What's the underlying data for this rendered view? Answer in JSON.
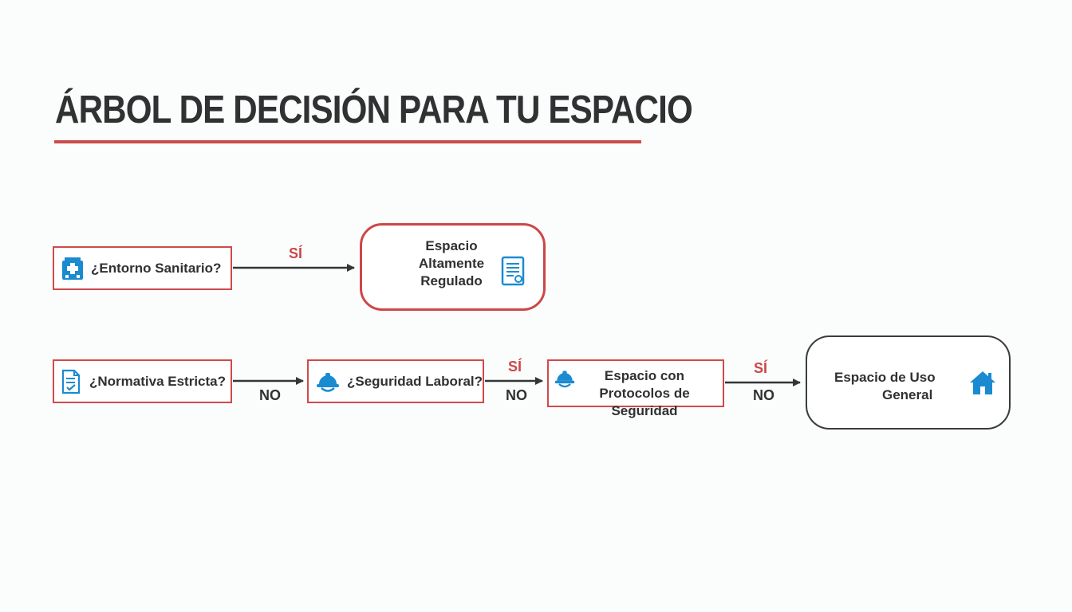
{
  "title": "ÁRBOL DE DECISIÓN PARA TU ESPACIO",
  "colors": {
    "accent_red": "#cc4747",
    "text_dark": "#2f3133",
    "icon_blue": "#1a8bd1"
  },
  "nodes": {
    "entorno_sanitario": {
      "label": "¿Entorno Sanitario?",
      "icon": "medical-building-icon"
    },
    "altamente_regulado": {
      "line1": "Espacio",
      "line2": "Altamente",
      "line3": "Regulado",
      "icon": "document-certificate-icon"
    },
    "normativa_estricta": {
      "label": "¿Normativa Estricta?",
      "icon": "checklist-document-icon"
    },
    "seguridad_laboral": {
      "label": "¿Seguridad Laboral?",
      "icon": "hard-hat-icon"
    },
    "protocolos_seguridad": {
      "line1": "Espacio con",
      "line2": "Protocolos de Seguridad",
      "icon": "hard-hat-icon"
    },
    "uso_general": {
      "line1": "Espacio de Uso",
      "line2": "General",
      "icon": "house-icon"
    }
  },
  "edges": {
    "yes_label": "SÍ",
    "no_label": "NO"
  }
}
